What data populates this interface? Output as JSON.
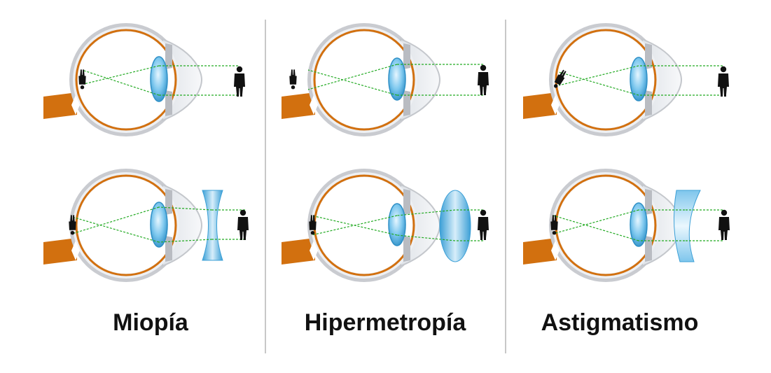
{
  "labels": [
    "Miopía",
    "Hipermetropía",
    "Astigmatismo"
  ],
  "colors": {
    "sclera_outer": "#c9cbd0",
    "sclera_fill": "#f4f5f7",
    "retina": "#d2700f",
    "optic_nerve": "#d2700f",
    "iris": "#b9bcc2",
    "eye_lens": "#4aa8d8",
    "corrective_lens": "#5db6e6",
    "rays": "#22aa22",
    "person": "#111111",
    "divider": "#b5b5b5"
  },
  "columns": [
    {
      "condition": "myopia",
      "uncorrected": {
        "lens": "none",
        "image_focus": "in-front-of-retina"
      },
      "corrected": {
        "lens": "concave"
      }
    },
    {
      "condition": "hyperopia",
      "uncorrected": {
        "lens": "none",
        "image_focus": "behind-retina"
      },
      "corrected": {
        "lens": "convex"
      }
    },
    {
      "condition": "astigmatism",
      "uncorrected": {
        "lens": "none",
        "image_focus": "distorted"
      },
      "corrected": {
        "lens": "meniscus"
      }
    }
  ]
}
